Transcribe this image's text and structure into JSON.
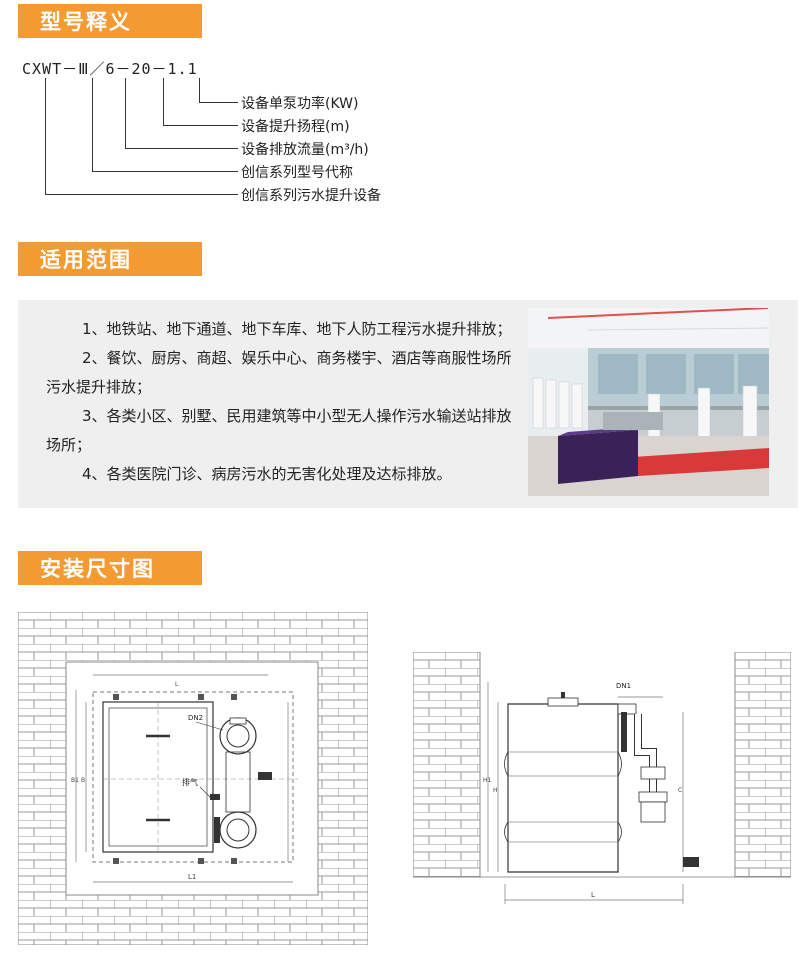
{
  "sections": {
    "model": "型号释义",
    "scope": "适用范围",
    "install": "安装尺寸图"
  },
  "model_code": "CXWT－Ⅲ／6－20－1.1",
  "model_legend": [
    "设备单泵功率(KW)",
    "设备提升扬程(m)",
    "设备排放流量(m³/h)",
    "创信系列型号代称",
    "创信系列污水提升设备"
  ],
  "scope_items": [
    "1、地铁站、地下通道、地下车库、地下人防工程污水提升排放；",
    "2、餐饮、厨房、商超、娱乐中心、商务楼宇、酒店等商服性场所污水提升排放；",
    "3、各类小区、别墅、民用建筑等中小型无人操作污水输送站排放场所；",
    "4、各类医院门诊、病房污水的无害化处理及达标排放。"
  ],
  "drawing_left_labels": {
    "dn2": "DN2",
    "vent": "排气",
    "l1": "L1",
    "b1": "B1",
    "b": "B",
    "l": "L"
  },
  "drawing_right_labels": {
    "dn1": "DN1",
    "h1": "H1",
    "h": "H",
    "c": "C",
    "l": "L"
  },
  "colors": {
    "header_orange": "#f39a33",
    "scope_bg": "#efefef",
    "brick_line": "#9a9a9a"
  }
}
